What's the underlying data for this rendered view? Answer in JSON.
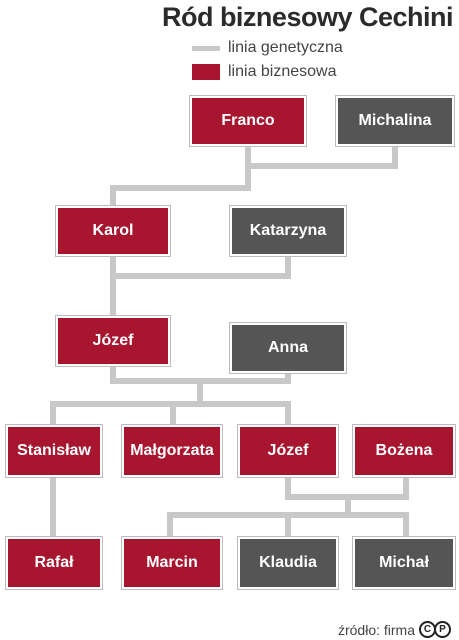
{
  "title": "Ród biznesowy Cechini",
  "legend": {
    "genetic_label": "linia genetyczna",
    "business_label": "linia biznesowa"
  },
  "colors": {
    "business": "#a8152f",
    "genetic": "#555555",
    "connector": "#c8c8c8"
  },
  "nodes": {
    "franco": "Franco",
    "michalina": "Michalina",
    "karol": "Karol",
    "katarzyna": "Katarzyna",
    "jozef1": "Józef",
    "anna": "Anna",
    "stanislaw": "Stanisław",
    "malgorzata": "Małgorzata",
    "jozef2": "Józef",
    "bozena": "Bożena",
    "rafal": "Rafał",
    "marcin": "Marcin",
    "klaudia": "Klaudia",
    "michal": "Michał"
  },
  "source": {
    "text": "źródło: firma",
    "logo_c": "C",
    "logo_p": "P"
  }
}
